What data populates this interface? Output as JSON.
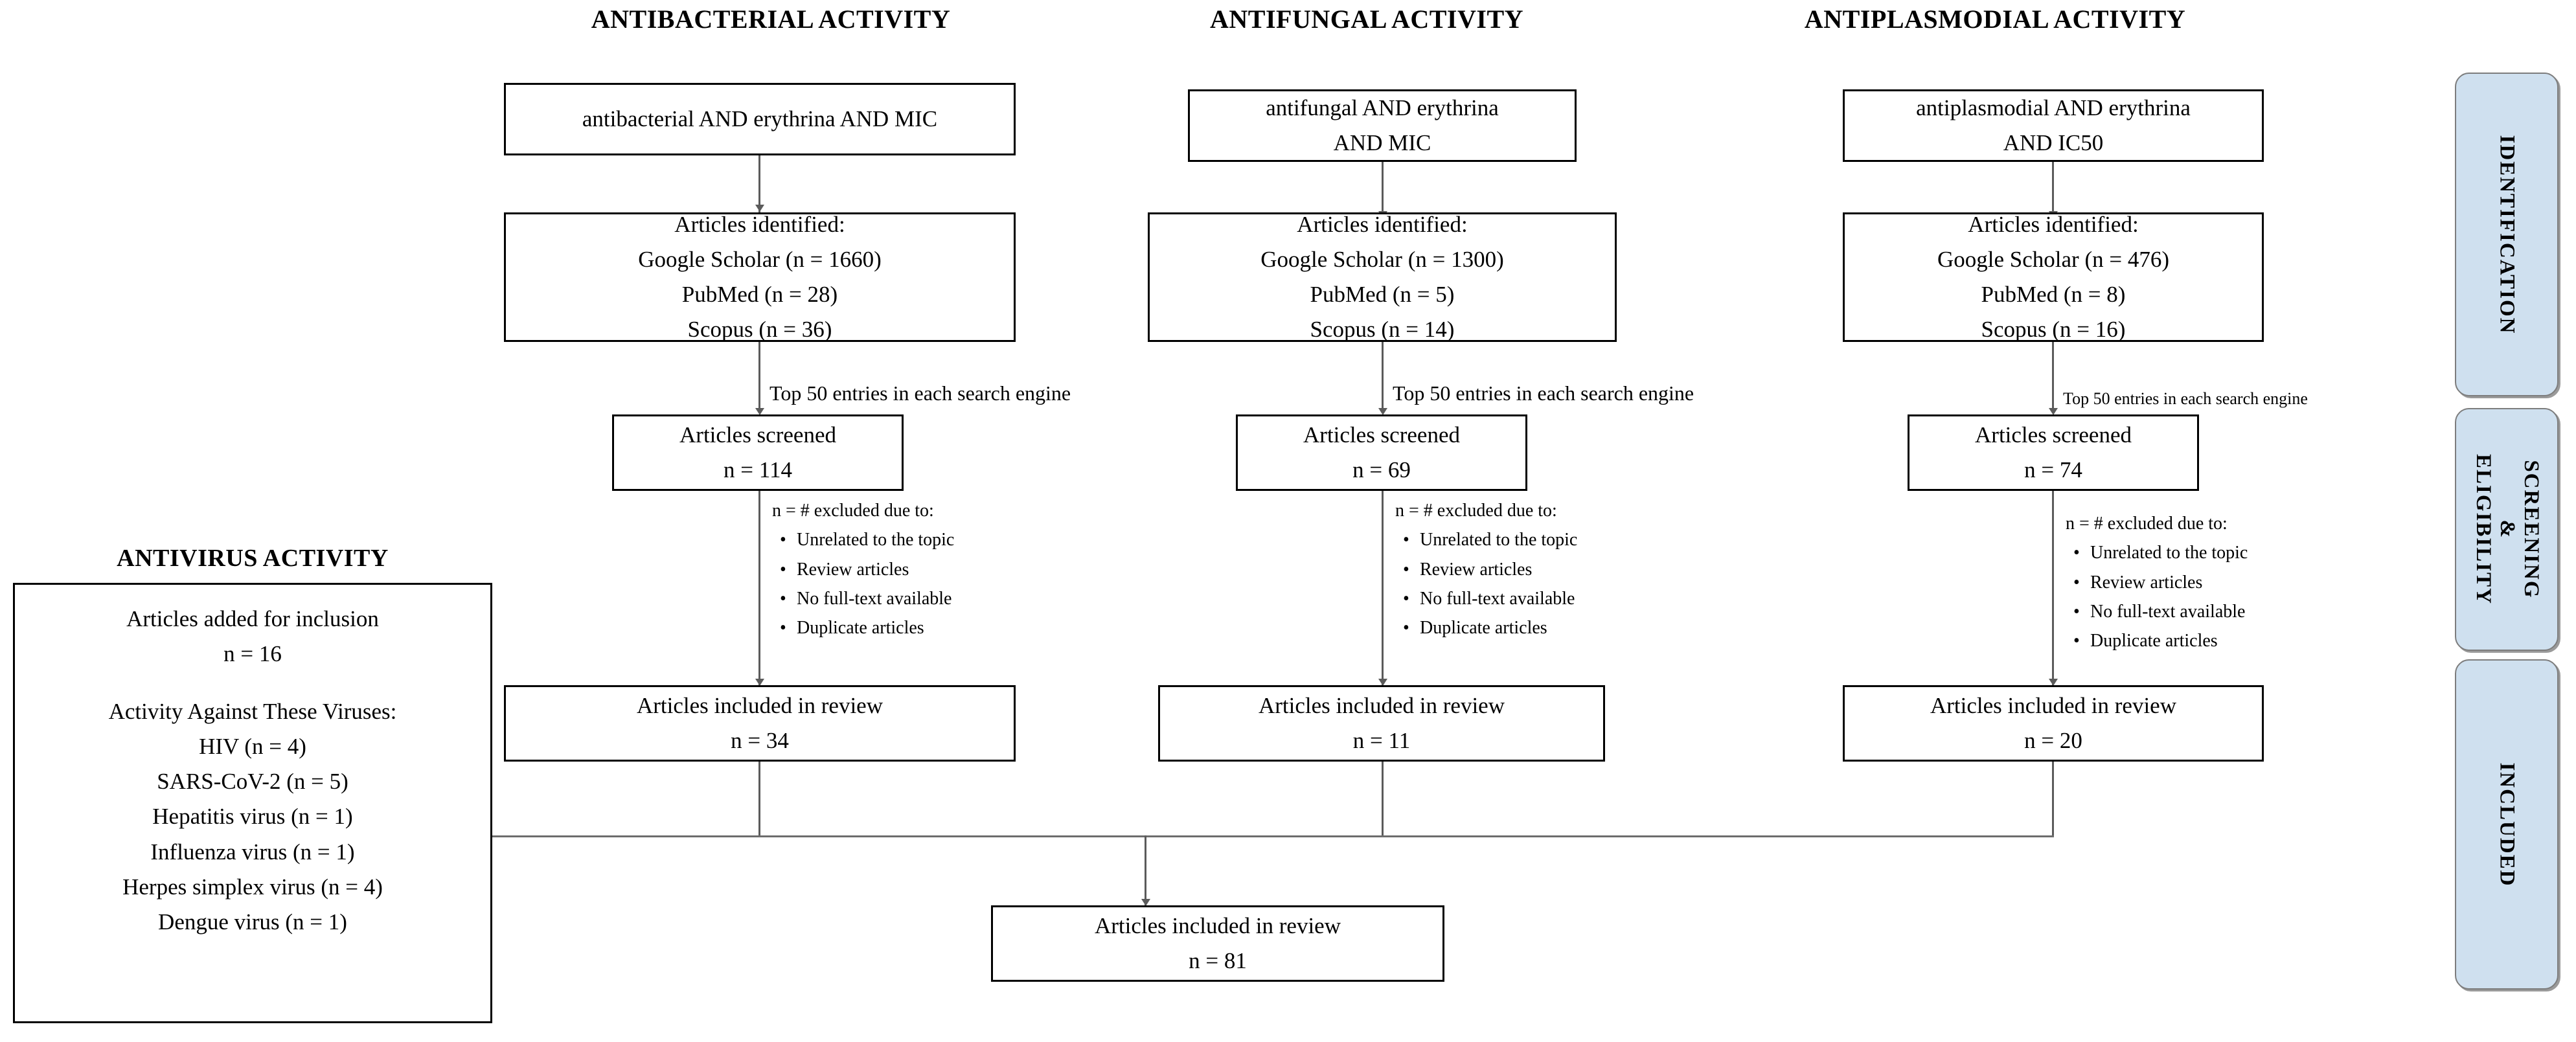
{
  "columns": [
    {
      "id": "antibacterial",
      "title": "ANTIBACTERIAL ACTIVITY",
      "query": [
        "antibacterial AND erythrina AND MIC"
      ],
      "identified": {
        "header": "Articles identified:",
        "sources": [
          "Google Scholar (n = 1660)",
          "PubMed (n = 28)",
          "Scopus (n = 36)"
        ]
      },
      "top_note": "Top 50 entries in each search engine",
      "screened": {
        "label": "Articles screened",
        "count": "n = 114"
      },
      "excluded": {
        "header": "n = # excluded due to:",
        "reasons": [
          "Unrelated to the topic",
          "Review articles",
          "No full-text available",
          "Duplicate articles"
        ]
      },
      "included": {
        "label": "Articles included in review",
        "count": "n = 34"
      }
    },
    {
      "id": "antifungal",
      "title": "ANTIFUNGAL ACTIVITY",
      "query": [
        "antifungal AND erythrina",
        "AND MIC"
      ],
      "identified": {
        "header": "Articles identified:",
        "sources": [
          "Google Scholar (n = 1300)",
          "PubMed (n = 5)",
          "Scopus (n = 14)"
        ]
      },
      "top_note": "Top 50 entries in each search engine",
      "screened": {
        "label": "Articles screened",
        "count": "n = 69"
      },
      "excluded": {
        "header": "n = # excluded due to:",
        "reasons": [
          "Unrelated to the topic",
          "Review articles",
          "No full-text available",
          "Duplicate articles"
        ]
      },
      "included": {
        "label": "Articles included in review",
        "count": "n = 11"
      }
    },
    {
      "id": "antiplasmodial",
      "title": "ANTIPLASMODIAL ACTIVITY",
      "query": [
        "antiplasmodial AND erythrina",
        "AND IC50"
      ],
      "identified": {
        "header": "Articles identified:",
        "sources": [
          "Google Scholar (n = 476)",
          "PubMed (n = 8)",
          "Scopus (n = 16)"
        ]
      },
      "top_note": "Top 50 entries in each search engine",
      "screened": {
        "label": "Articles screened",
        "count": "n = 74"
      },
      "excluded": {
        "header": "n = # excluded due to:",
        "reasons": [
          "Unrelated to the topic",
          "Review articles",
          "No full-text available",
          "Duplicate articles"
        ]
      },
      "included": {
        "label": "Articles included in review",
        "count": "n = 20"
      }
    }
  ],
  "antivirus": {
    "title": "ANTIVIRUS ACTIVITY",
    "added_label": "Articles added for inclusion",
    "added_count": "n = 16",
    "viruses_header": "Activity Against These Viruses:",
    "viruses": [
      "HIV (n = 4)",
      "SARS-CoV-2 (n = 5)",
      "Hepatitis virus (n = 1)",
      "Influenza virus (n = 1)",
      "Herpes simplex virus (n = 4)",
      "Dengue virus (n = 1)"
    ]
  },
  "total": {
    "label": "Articles included in review",
    "count": "n = 81"
  },
  "stages": [
    {
      "id": "identification",
      "lines": [
        "IDENTIFICATION"
      ]
    },
    {
      "id": "screening-eligibility",
      "lines": [
        "SCREENING",
        "&",
        "ELIGIBILITY"
      ]
    },
    {
      "id": "included",
      "lines": [
        "INCLUDED"
      ]
    }
  ],
  "colors": {
    "stage_fill": "#cfe0ef",
    "stage_border": "#7d7d7d",
    "box_border": "#000000",
    "connector": "#5b5b5b"
  }
}
